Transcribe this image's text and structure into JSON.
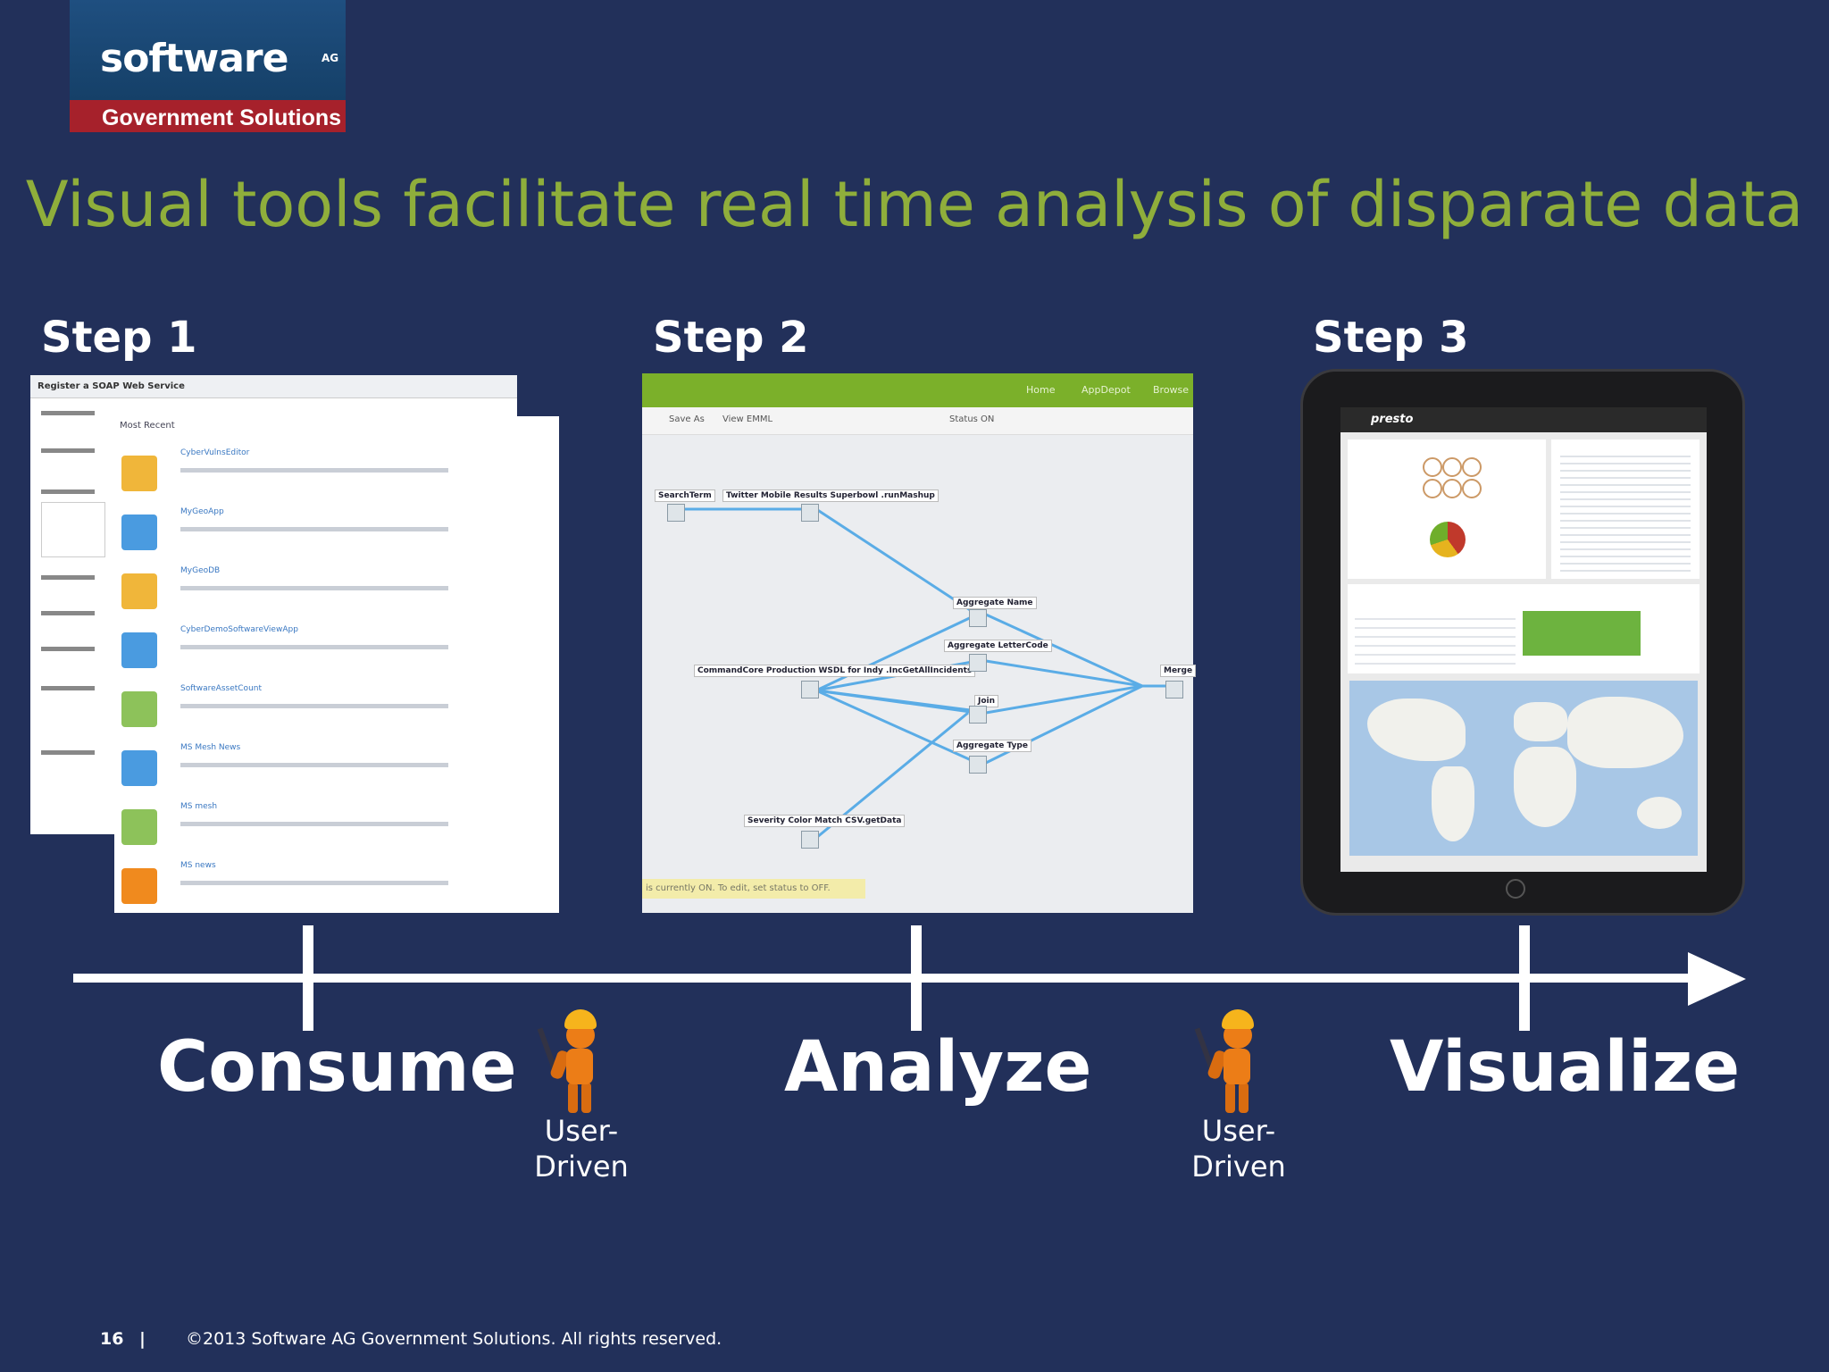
{
  "logo": {
    "wordmark": "software",
    "superscript": "AG",
    "subtitle": "Government Solutions"
  },
  "title": "Visual tools facilitate real time analysis of disparate data",
  "steps": [
    {
      "label": "Step 1"
    },
    {
      "label": "Step 2"
    },
    {
      "label": "Step 3"
    }
  ],
  "step1": {
    "panel_title": "Register a SOAP Web Service",
    "dropdown_option": "Most Recent",
    "items": [
      {
        "name": "CyberVulnsEditor",
        "color": "#f0b63a"
      },
      {
        "name": "MyGeoApp",
        "color": "#4a9be0"
      },
      {
        "name": "MyGeoDB",
        "color": "#f0b63a"
      },
      {
        "name": "CyberDemoSoftwareViewApp",
        "color": "#4a9be0"
      },
      {
        "name": "SoftwareAssetCount",
        "color": "#8dc25a"
      },
      {
        "name": "MS Mesh News",
        "color": "#4a9be0"
      },
      {
        "name": "MS mesh",
        "color": "#8dc25a"
      },
      {
        "name": "MS news",
        "color": "#f08a1e"
      }
    ]
  },
  "step2": {
    "nav": [
      "Home",
      "AppDepot",
      "Browse"
    ],
    "toolbar": [
      "Save As",
      "View EMML",
      "Status ON"
    ],
    "nodes": [
      "SearchTerm",
      "Twitter Mobile Results Superbowl .runMashup",
      "Aggregate Name",
      "Aggregate LetterCode",
      "CommandCore Production WSDL for Indy .IncGetAllIncidents",
      "Join",
      "Aggregate Type",
      "Merge",
      "Severity Color Match CSV.getData"
    ],
    "notice": "is currently ON. To edit, set status to OFF."
  },
  "step3": {
    "app_name": "presto"
  },
  "phases": [
    "Consume",
    "Analyze",
    "Visualize"
  ],
  "user_driven": [
    "User-\nDriven",
    "User-\nDriven"
  ],
  "footer": {
    "page": "16",
    "separator": "|",
    "copyright": "©2013 Software AG Government Solutions. All rights reserved."
  },
  "colors": {
    "background": "#22305a",
    "title": "#8fae3b",
    "accent_green": "#7bb02a",
    "logo_red": "#a6212b"
  }
}
